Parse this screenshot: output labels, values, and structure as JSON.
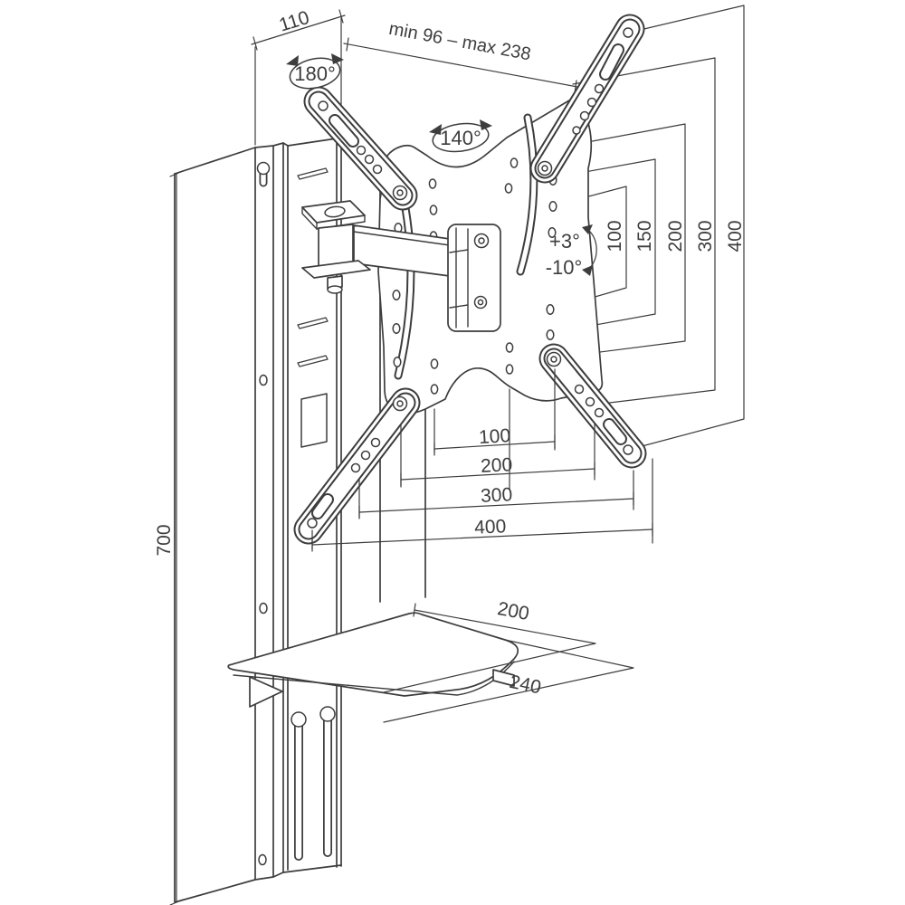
{
  "diagram": {
    "type": "technical-drawing",
    "subject": "Wall mount with AV shelf - dimensioned line drawing",
    "colors": {
      "line": "#3d3d3d",
      "background": "#ffffff"
    },
    "dimensions": {
      "wall_depth": "110",
      "extension_range": "min 96 – max 238",
      "swivel_wall": "180°",
      "swivel_tv": "140°",
      "tilt_up": "+3°",
      "tilt_down": "-10°",
      "vesa_vertical": [
        "100",
        "150",
        "200",
        "300",
        "400"
      ],
      "vesa_horizontal": [
        "100",
        "200",
        "300",
        "400"
      ],
      "rail_height": "700",
      "shelf_depth": "200",
      "shelf_width": "240"
    }
  }
}
